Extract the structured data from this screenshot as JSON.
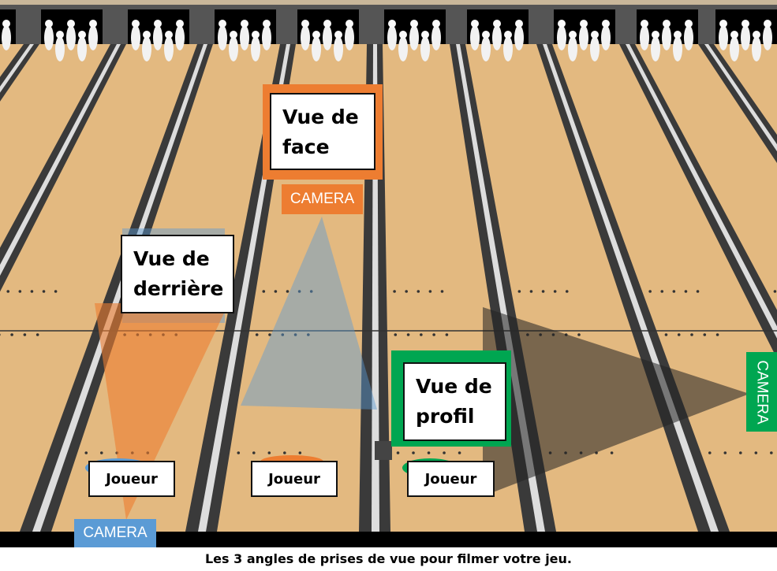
{
  "labels": {
    "front_view": "Vue de face",
    "back_view": "Vue de derrière",
    "side_view": "Vue de profil",
    "player": "Joueur",
    "camera": "CAMERA"
  },
  "caption": "Les 3 angles de prises de vue pour filmer votre jeu.",
  "colors": {
    "front": "#ed7d31",
    "back": "#5b9bd5",
    "side": "#00a651",
    "lane": "#e3b980"
  }
}
